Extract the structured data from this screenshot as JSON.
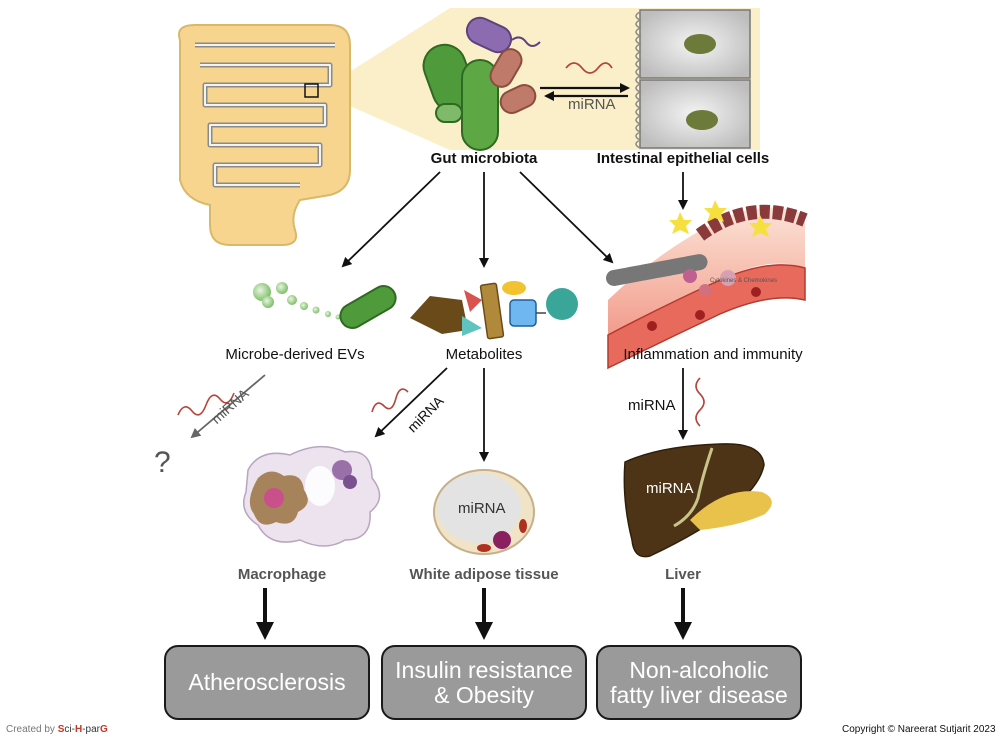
{
  "labels": {
    "gut_microbiota": "Gut microbiota",
    "intestinal_epithelial_cells": "Intestinal epithelial cells",
    "mirna_exchange": "miRNA",
    "microbe_evs": "Microbe-derived EVs",
    "metabolites": "Metabolites",
    "inflammation": "Inflammation and immunity",
    "cytokines": "Cytokines & Chemokines",
    "mirna_evs": "miRNA",
    "mirna_metabolites": "miRNA",
    "mirna_liver_path": "miRNA",
    "unknown": "?",
    "macrophage": "Macrophage",
    "adipose": "White adipose tissue",
    "adipose_mirna": "miRNA",
    "liver": "Liver",
    "liver_mirna": "miRNA"
  },
  "outcomes": {
    "atherosclerosis": "Atherosclerosis",
    "insulin_line1": "Insulin resistance",
    "insulin_line2": "& Obesity",
    "nafld_line1": "Non-alcoholic",
    "nafld_line2": "fatty liver disease"
  },
  "footer": {
    "created_prefix": "Created by ",
    "brand_s": "S",
    "brand_ci": "ci-",
    "brand_h": "H",
    "brand_par": "-par",
    "brand_g": "G",
    "copyright": "Copyright © Nareerat Sutjarit 2023"
  },
  "colors": {
    "intestine": "#f7d58f",
    "bacteria_green": "#4f9a3a",
    "bacteria_purple": "#8c6bb1",
    "bacteria_red": "#c07a6a",
    "liver": "#4d3416",
    "outcome_box": "#9a9a9a",
    "mirna_strand": "#b5453a"
  }
}
